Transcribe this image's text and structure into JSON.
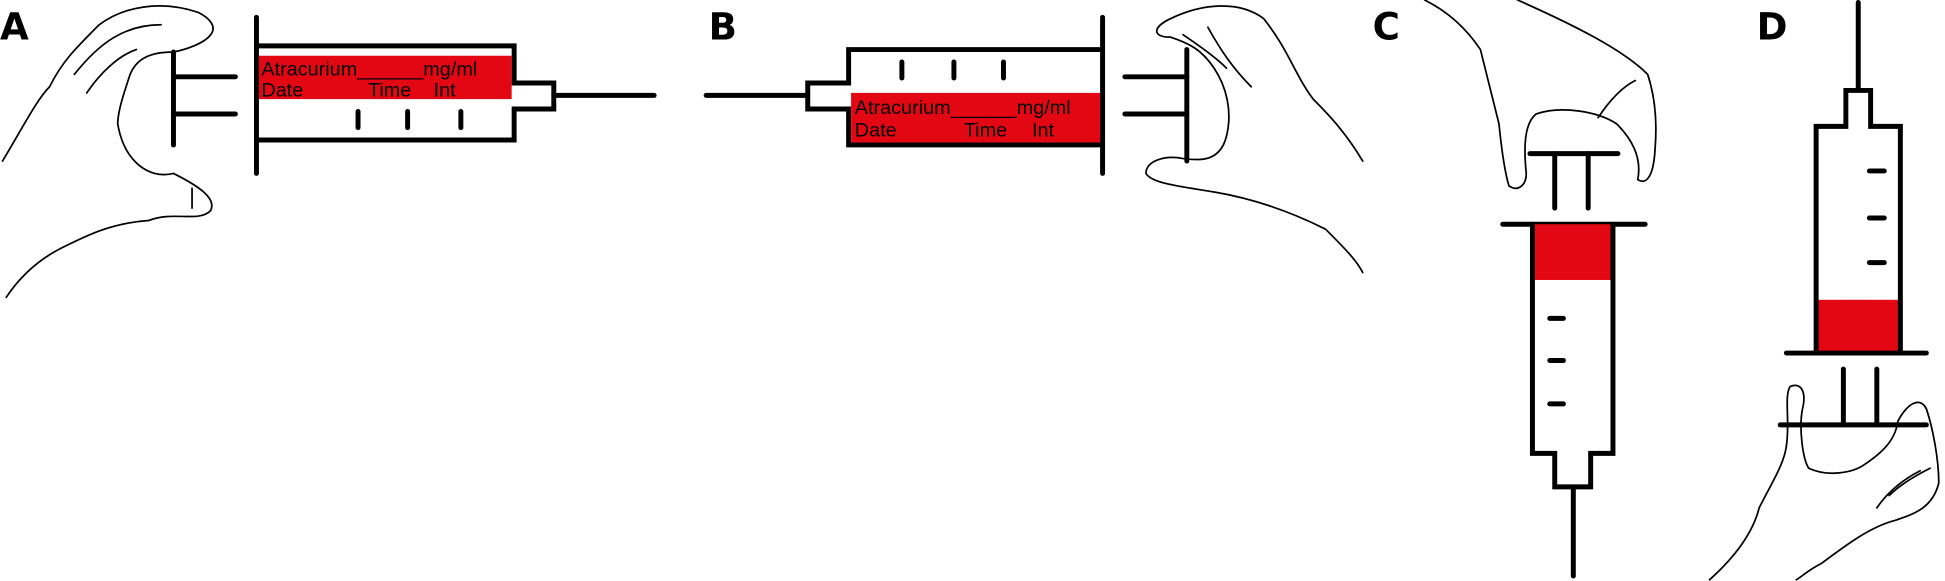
{
  "colors": {
    "medication": "#e30613",
    "line": "#000000"
  },
  "panels": [
    {
      "letter": "A",
      "label_line1": "Atracurium______mg/ml",
      "label_line2_date": "Date",
      "label_line2_time": "Time",
      "label_line2_int": "Int"
    },
    {
      "letter": "B",
      "label_line1": "Atracurium______mg/ml",
      "label_line2_date": "Date",
      "label_line2_time": "Time",
      "label_line2_int": "Int"
    },
    {
      "letter": "C"
    },
    {
      "letter": "D"
    }
  ]
}
